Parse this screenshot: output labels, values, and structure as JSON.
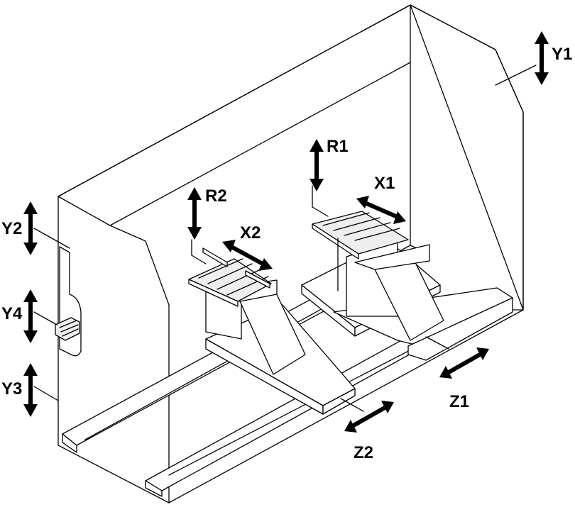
{
  "diagram": {
    "axes": {
      "Y1": "Y1",
      "Y2": "Y2",
      "Y3": "Y3",
      "Y4": "Y4",
      "R1": "R1",
      "R2": "R2",
      "X1": "X1",
      "X2": "X2",
      "Z1": "Z1",
      "Z2": "Z2"
    }
  }
}
